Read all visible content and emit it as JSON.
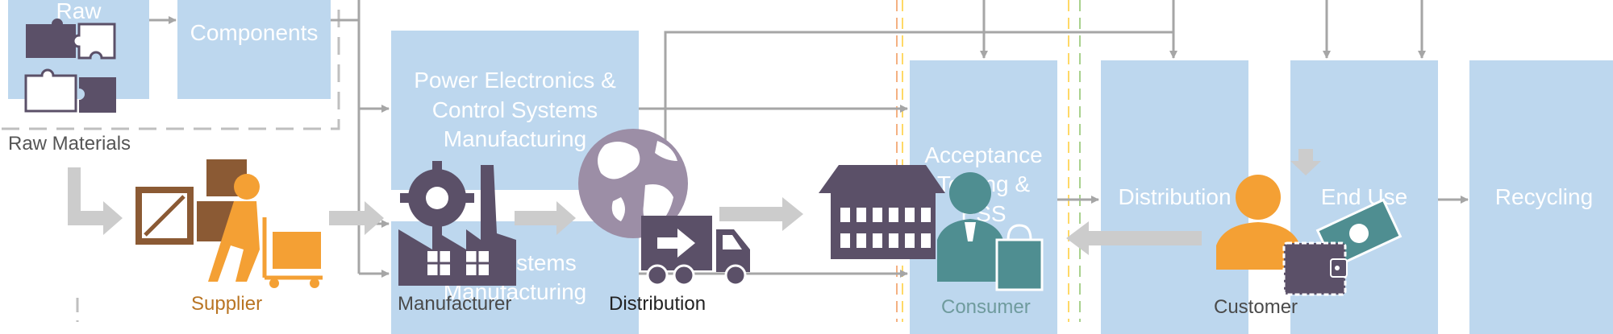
{
  "boxes": {
    "raw": "Raw",
    "components": "Components",
    "power": "Power Electronics &\nControl Systems\nManufacturing",
    "subsystems": "Subsystems\nManufacturing",
    "acceptance": "Acceptance\nTesting &\nESS",
    "distribution": "Distribution",
    "end_use": "End Use",
    "recycling": "Recycling"
  },
  "labels": {
    "raw_materials": "Raw Materials",
    "supplier": "Supplier",
    "manufacturer": "Manufacturer",
    "distribution": "Distribution",
    "consumer": "Consumer",
    "customer": "Customer"
  },
  "colors": {
    "box": "#bdd7ee",
    "arrow": "#a6a6a6",
    "big_arrow": "#cccccc",
    "icon_purple": "#5b5068",
    "icon_orange": "#f4a034",
    "icon_brown": "#8b5a34",
    "icon_teal": "#4f8e91",
    "globe": "#9c8ea6",
    "supplier_text": "#b97524",
    "consumer_text": "#6f9b9d"
  }
}
